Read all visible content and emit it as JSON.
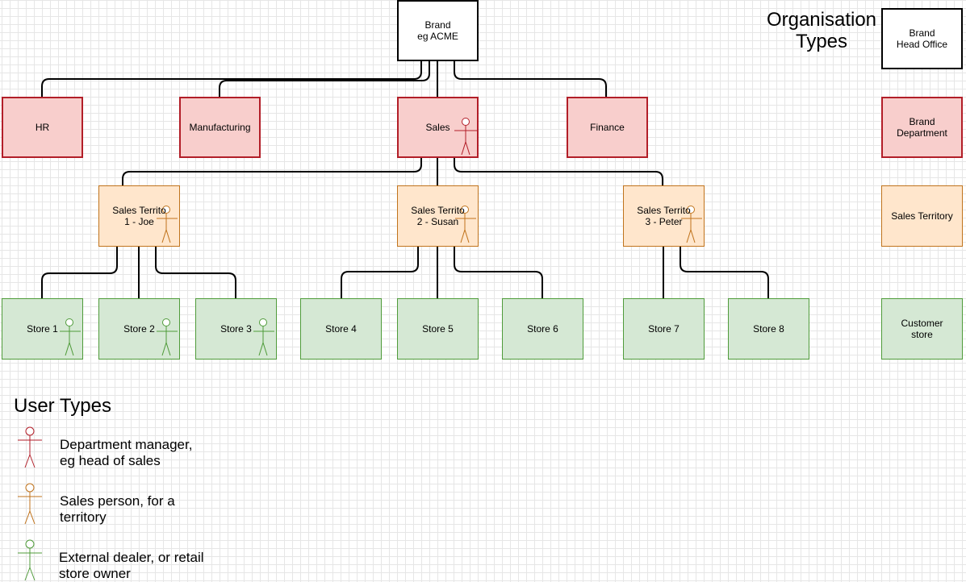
{
  "nodes": {
    "brand": "Brand\neg ACME",
    "hr": "HR",
    "manufacturing": "Manufacturing",
    "sales": "Sales",
    "finance": "Finance",
    "territory_1": "Sales Territo\n1 - Joe",
    "territory_2": "Sales Territo\n2 - Susan",
    "territory_3": "Sales Territo\n3 - Peter",
    "store_1": "Store 1",
    "store_2": "Store 2",
    "store_3": "Store 3",
    "store_4": "Store 4",
    "store_5": "Store 5",
    "store_6": "Store 6",
    "store_7": "Store 7",
    "store_8": "Store 8"
  },
  "organisation_types": {
    "title": "Organisation\nTypes",
    "head_office": "Brand\nHead Office",
    "department": "Brand\nDepartment",
    "territory": "Sales Territory",
    "store": "Customer\nstore"
  },
  "user_types": {
    "title": "User Types",
    "department_manager": "Department manager,\neg head of sales",
    "sales_person": "Sales person, for a\nterritory",
    "store_owner": "External dealer, or retail\nstore owner"
  },
  "colors": {
    "department": "#b21e28",
    "territory": "#c0731c",
    "store": "#4f9b3a"
  }
}
